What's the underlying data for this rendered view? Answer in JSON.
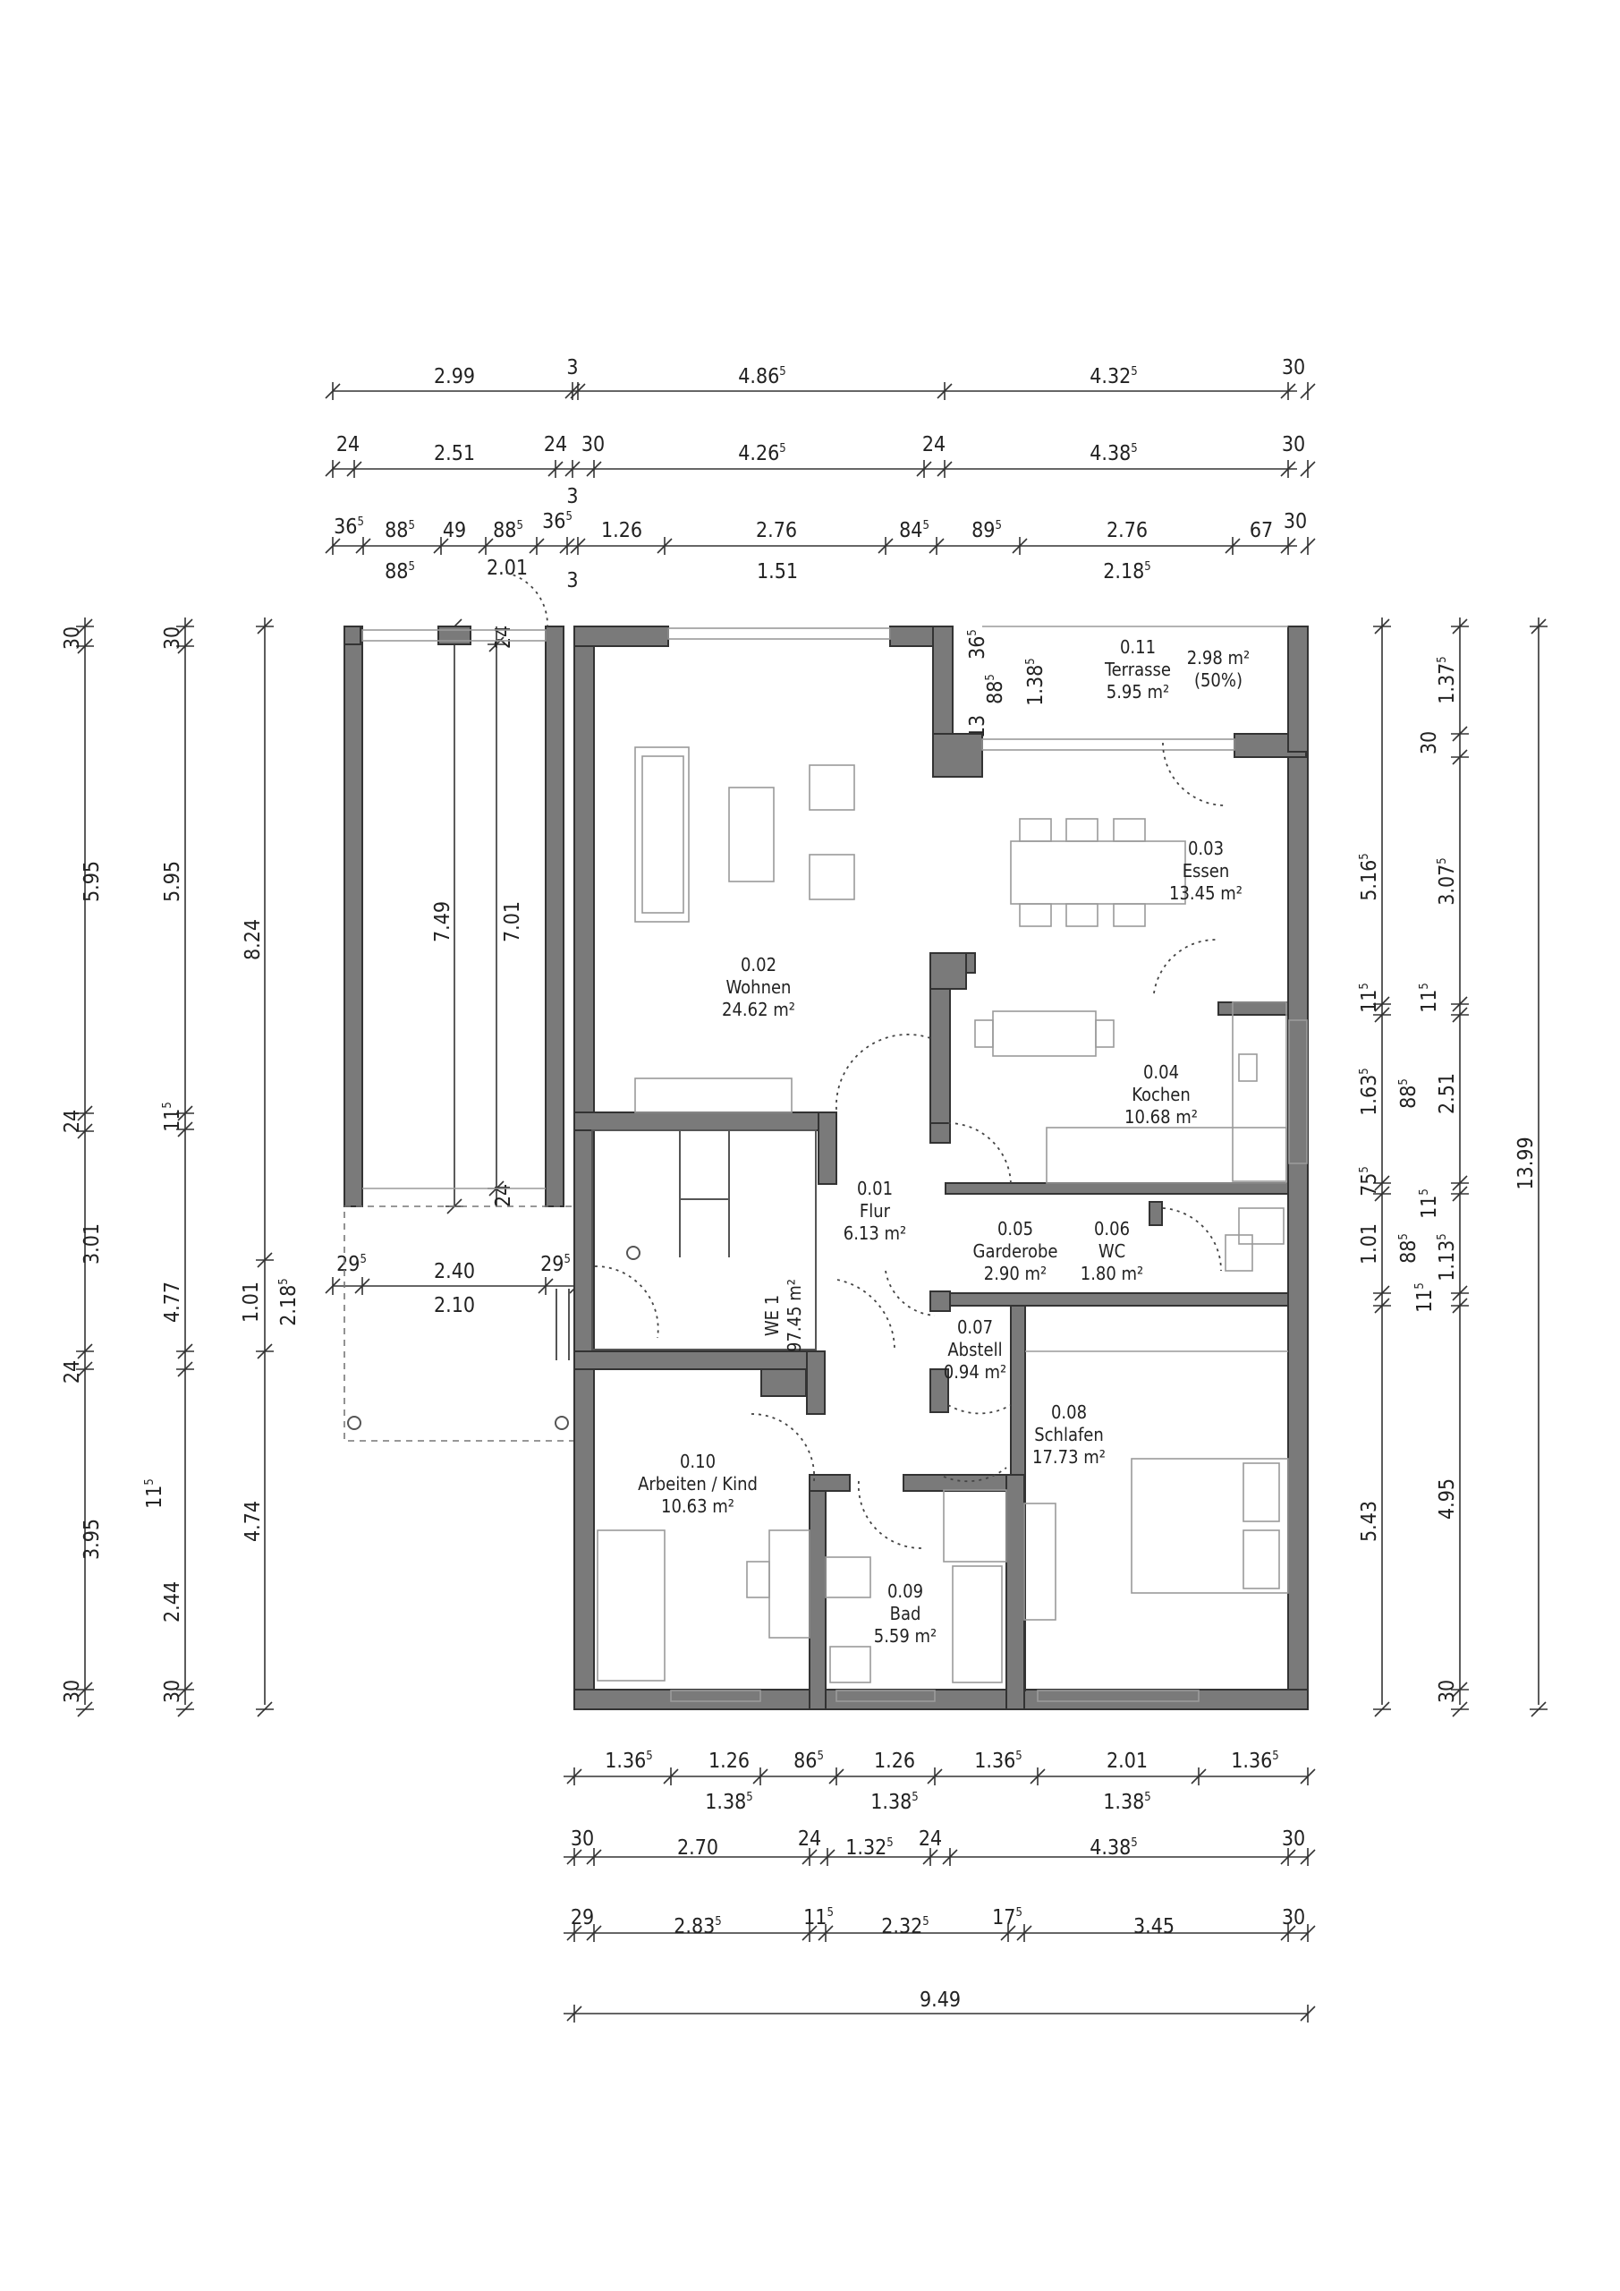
{
  "rooms": {
    "terrasse": {
      "number": "0.11",
      "name": "Terrasse",
      "area": "5.95 m²",
      "extra1": "2.98 m²",
      "extra2": "(50%)"
    },
    "essen": {
      "number": "0.03",
      "name": "Essen",
      "area": "13.45 m²"
    },
    "wohnen": {
      "number": "0.02",
      "name": "Wohnen",
      "area": "24.62 m²"
    },
    "kochen": {
      "number": "0.04",
      "name": "Kochen",
      "area": "10.68 m²"
    },
    "flur": {
      "number": "0.01",
      "name": "Flur",
      "area": "6.13 m²"
    },
    "garderobe": {
      "number": "0.05",
      "name": "Garderobe",
      "area": "2.90 m²"
    },
    "wc": {
      "number": "0.06",
      "name": "WC",
      "area": "1.80 m²"
    },
    "abstell": {
      "number": "0.07",
      "name": "Abstell",
      "area": "0.94 m²"
    },
    "schlafen": {
      "number": "0.08",
      "name": "Schlafen",
      "area": "17.73 m²"
    },
    "arbeiten": {
      "number": "0.10",
      "name": "Arbeiten / Kind",
      "area": "10.63 m²"
    },
    "bad": {
      "number": "0.09",
      "name": "Bad",
      "area": "5.59 m²"
    },
    "unit": {
      "name": "WE 1",
      "area": "97.45 m²"
    }
  },
  "dims": {
    "top1": [
      {
        "t": "2.99"
      },
      {
        "t": "3"
      },
      {
        "t": "4.86",
        "s": "5"
      },
      {
        "t": "4.32",
        "s": "5"
      },
      {
        "t": "30"
      }
    ],
    "top2": [
      {
        "t": "24"
      },
      {
        "t": "2.51"
      },
      {
        "t": "24"
      },
      {
        "t": "30"
      },
      {
        "t": "4.26",
        "s": "5"
      },
      {
        "t": "24"
      },
      {
        "t": "4.38",
        "s": "5"
      },
      {
        "t": "30"
      }
    ],
    "top3_above": [
      {
        "t": "36",
        "s": "5"
      },
      {
        "t": "88",
        "s": "5"
      },
      {
        "t": "49"
      },
      {
        "t": "88",
        "s": "5"
      },
      {
        "t": "36",
        "s": "5"
      },
      {
        "t": "3"
      },
      {
        "t": "1.26"
      },
      {
        "t": "2.76"
      },
      {
        "t": "84",
        "s": "5"
      },
      {
        "t": "89",
        "s": "5"
      },
      {
        "t": "2.76"
      },
      {
        "t": "67"
      },
      {
        "t": "30"
      }
    ],
    "top3_below": [
      {
        "t": "88",
        "s": "5"
      },
      {
        "t": "2.01"
      },
      {
        "t": "3"
      },
      {
        "t": "1.51"
      },
      {
        "t": "2.18",
        "s": "5"
      }
    ],
    "bottom1_above": [
      {
        "t": "1.36",
        "s": "5"
      },
      {
        "t": "1.26"
      },
      {
        "t": "86",
        "s": "5"
      },
      {
        "t": "1.26"
      },
      {
        "t": "1.36",
        "s": "5"
      },
      {
        "t": "2.01"
      },
      {
        "t": "1.36",
        "s": "5"
      }
    ],
    "bottom1_below": [
      {
        "t": "1.38",
        "s": "5"
      },
      {
        "t": "1.38",
        "s": "5"
      },
      {
        "t": "1.38",
        "s": "5"
      }
    ],
    "bottom2": [
      {
        "t": "30"
      },
      {
        "t": "2.70"
      },
      {
        "t": "24"
      },
      {
        "t": "1.32",
        "s": "5"
      },
      {
        "t": "24"
      },
      {
        "t": "4.38",
        "s": "5"
      },
      {
        "t": "30"
      }
    ],
    "bottom3": [
      {
        "t": "29"
      },
      {
        "t": "2.83",
        "s": "5"
      },
      {
        "t": "11",
        "s": "5"
      },
      {
        "t": "2.32",
        "s": "5"
      },
      {
        "t": "17",
        "s": "5"
      },
      {
        "t": "3.45"
      },
      {
        "t": "30"
      }
    ],
    "bottom4": [
      {
        "t": "9.49"
      }
    ],
    "left1": [
      {
        "t": "30"
      },
      {
        "t": "5.95"
      },
      {
        "t": "24"
      },
      {
        "t": "3.01"
      },
      {
        "t": "24"
      },
      {
        "t": "3.95"
      },
      {
        "t": "30"
      }
    ],
    "left2": [
      {
        "t": "30"
      },
      {
        "t": "5.95"
      },
      {
        "t": "11",
        "s": "5"
      },
      {
        "t": "4.77"
      },
      {
        "t": "11",
        "s": "5"
      },
      {
        "t": "2.44"
      },
      {
        "t": "30"
      }
    ],
    "left3": [
      {
        "t": "8.24"
      },
      {
        "t": "1.01"
      },
      {
        "t": "4.74"
      }
    ],
    "left3b": [
      {
        "t": "2.18",
        "s": "5"
      }
    ],
    "right1": [
      {
        "t": "5.16",
        "s": "5"
      },
      {
        "t": "11",
        "s": "5"
      },
      {
        "t": "1.63",
        "s": "5"
      },
      {
        "t": "75",
        "s": "5"
      },
      {
        "t": "1.01"
      },
      {
        "t": "11",
        "s": "5"
      },
      {
        "t": "5.43"
      }
    ],
    "right2": [
      {
        "t": "1.37",
        "s": "5"
      },
      {
        "t": "30"
      },
      {
        "t": "3.07",
        "s": "5"
      },
      {
        "t": "11",
        "s": "5"
      },
      {
        "t": "88",
        "s": "5"
      },
      {
        "t": "2.51"
      },
      {
        "t": "11",
        "s": "5"
      },
      {
        "t": "88",
        "s": "5"
      },
      {
        "t": "1.13",
        "s": "5"
      },
      {
        "t": "4.95"
      },
      {
        "t": "30"
      }
    ],
    "right3": [
      {
        "t": "13.99"
      }
    ],
    "garage": [
      {
        "t": "7.49"
      },
      {
        "t": "7.01"
      },
      {
        "t": "24"
      },
      {
        "t": "24"
      }
    ],
    "carport": [
      {
        "t": "29",
        "s": "5"
      },
      {
        "t": "2.40"
      },
      {
        "t": "29",
        "s": "5"
      },
      {
        "t": "2.10"
      }
    ],
    "terrace_small": [
      {
        "t": "36",
        "s": "5"
      },
      {
        "t": "13"
      },
      {
        "t": "88",
        "s": "5"
      },
      {
        "t": "1.38",
        "s": "5"
      }
    ]
  }
}
